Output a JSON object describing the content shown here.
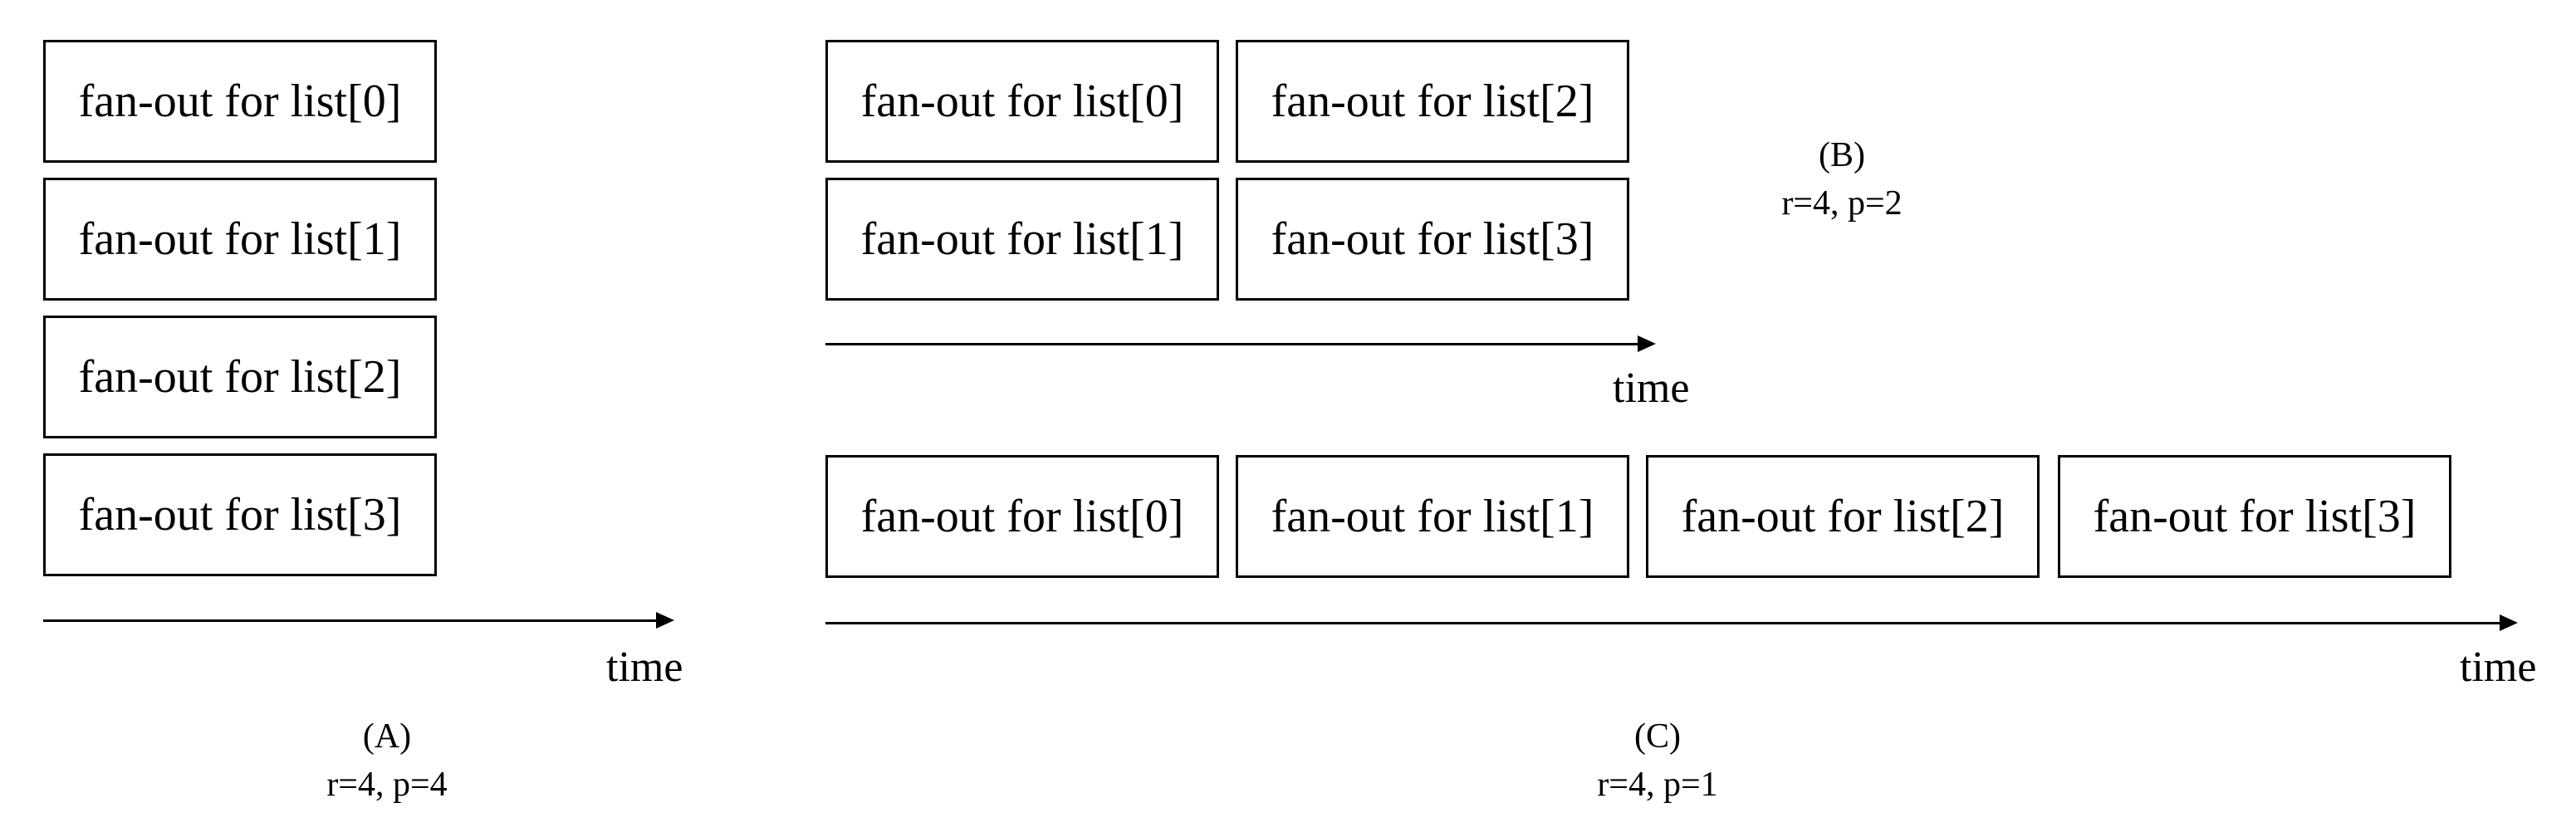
{
  "panels": {
    "a": {
      "boxes": [
        "fan-out for list[0]",
        "fan-out for list[1]",
        "fan-out for list[2]",
        "fan-out for list[3]"
      ],
      "axis_label": "time",
      "caption_title": "(A)",
      "caption_params": "r=4, p=4"
    },
    "b": {
      "boxes": [
        "fan-out for list[0]",
        "fan-out for list[2]",
        "fan-out for list[1]",
        "fan-out for list[3]"
      ],
      "axis_label": "time",
      "caption_title": "(B)",
      "caption_params": "r=4, p=2"
    },
    "c": {
      "boxes": [
        "fan-out for list[0]",
        "fan-out for list[1]",
        "fan-out for list[2]",
        "fan-out for list[3]"
      ],
      "axis_label": "time",
      "caption_title": "(C)",
      "caption_params": "r=4, p=1"
    }
  }
}
